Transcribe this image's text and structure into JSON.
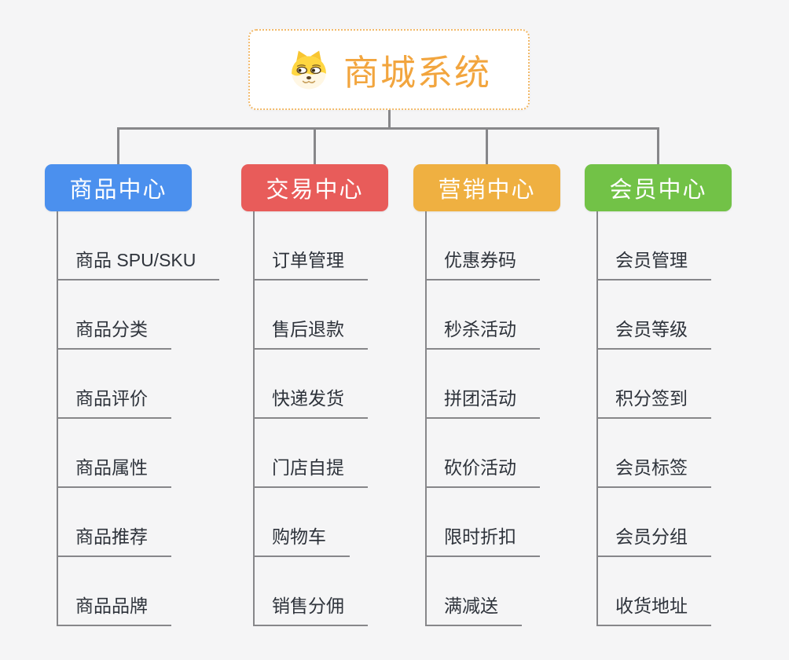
{
  "root": {
    "title": "商城系统"
  },
  "colors": {
    "background": "#F5F5F6",
    "connector": "#87878A",
    "root_border": "#F2BA6B",
    "root_title": "#F2A53E"
  },
  "branches": [
    {
      "id": "product-center",
      "label": "商品中心",
      "color": "#4B90EE",
      "items": [
        "商品 SPU/SKU",
        "商品分类",
        "商品评价",
        "商品属性",
        "商品推荐",
        "商品品牌"
      ]
    },
    {
      "id": "trade-center",
      "label": "交易中心",
      "color": "#E85C5A",
      "items": [
        "订单管理",
        "售后退款",
        "快递发货",
        "门店自提",
        "购物车",
        "销售分佣"
      ]
    },
    {
      "id": "marketing-center",
      "label": "营销中心",
      "color": "#EFB041",
      "items": [
        "优惠券码",
        "秒杀活动",
        "拼团活动",
        "砍价活动",
        "限时折扣",
        "满减送"
      ]
    },
    {
      "id": "member-center",
      "label": "会员中心",
      "color": "#72C247",
      "items": [
        "会员管理",
        "会员等级",
        "积分签到",
        "会员标签",
        "会员分组",
        "收货地址"
      ]
    }
  ]
}
